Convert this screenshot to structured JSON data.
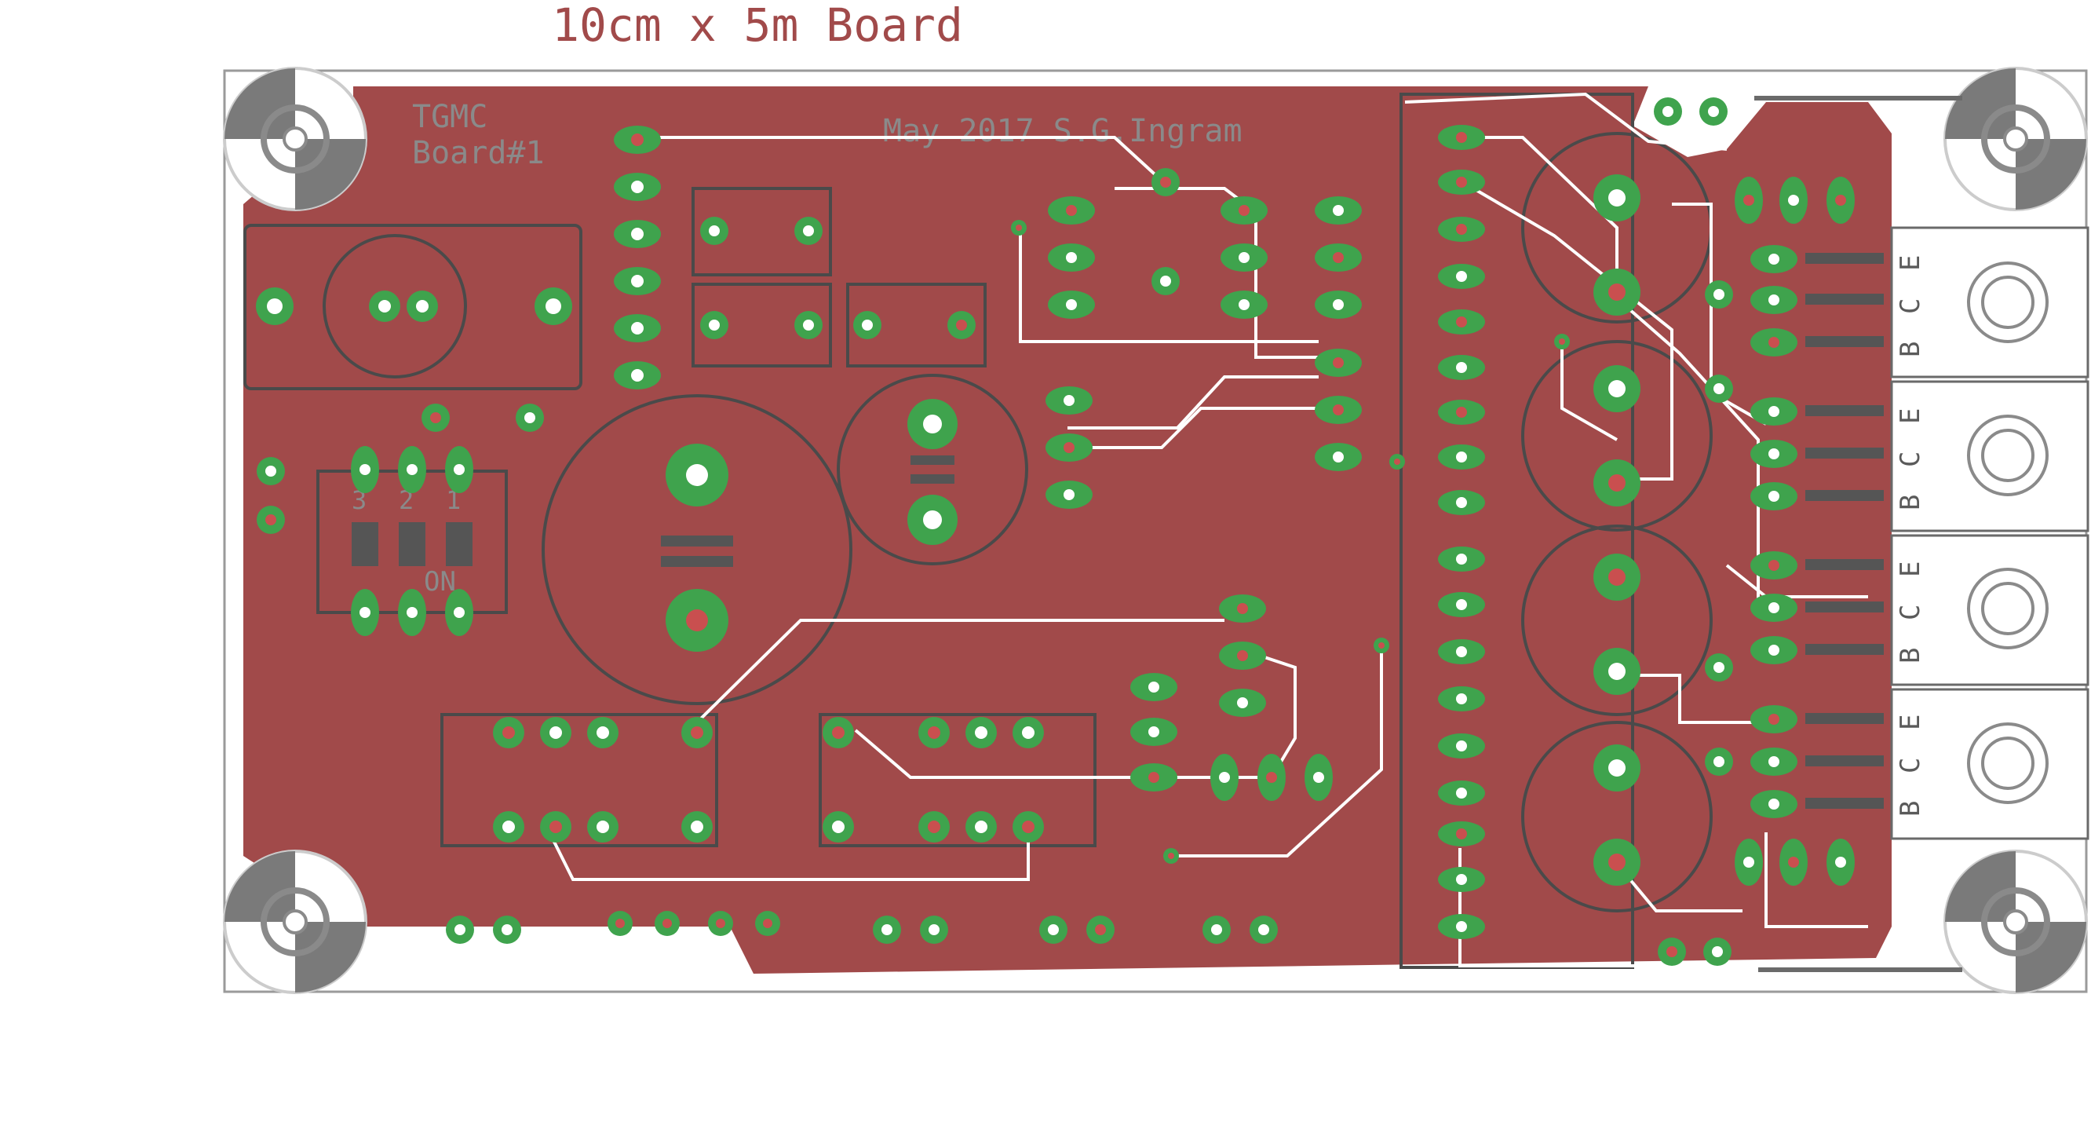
{
  "title": "10cm x 5m Board",
  "silkscreen": {
    "board_name_line1": "TGMC",
    "board_name_line2": "Board#1",
    "date_author": "May 2017 S.G.Ingram",
    "dip_switch_numbers": [
      "3",
      "2",
      "1"
    ],
    "dip_switch_on": "ON",
    "transistor_pin_labels": [
      "B",
      "C",
      "E"
    ]
  },
  "colors": {
    "copper": "#a14a4a",
    "pad": "#3fa34d",
    "drill": "#c94f4f",
    "outline": "#4a4a4a",
    "trace": "#ffffff",
    "title": "#a14a4a"
  },
  "icons": {
    "mounting_hole": "mounting-hole-icon",
    "transistor": "transistor-outline-icon"
  }
}
